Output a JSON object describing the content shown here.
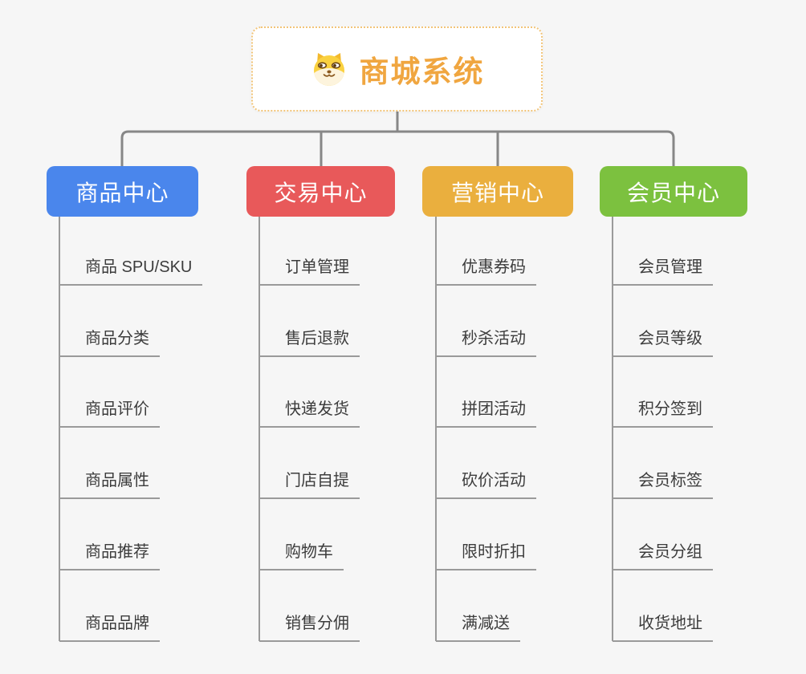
{
  "root": {
    "title": "商城系统",
    "icon": "shiba-dog-icon"
  },
  "branches": [
    {
      "id": "product-center",
      "label": "商品中心",
      "color": "#4a86ec",
      "items": [
        "商品 SPU/SKU",
        "商品分类",
        "商品评价",
        "商品属性",
        "商品推荐",
        "商品品牌"
      ]
    },
    {
      "id": "trade-center",
      "label": "交易中心",
      "color": "#e8595a",
      "items": [
        "订单管理",
        "售后退款",
        "快递发货",
        "门店自提",
        "购物车",
        "销售分佣"
      ]
    },
    {
      "id": "marketing-center",
      "label": "营销中心",
      "color": "#eaaf3e",
      "items": [
        "优惠券码",
        "秒杀活动",
        "拼团活动",
        "砍价活动",
        "限时折扣",
        "满减送"
      ]
    },
    {
      "id": "member-center",
      "label": "会员中心",
      "color": "#7cc13f",
      "items": [
        "会员管理",
        "会员等级",
        "积分签到",
        "会员标签",
        "会员分组",
        "收货地址"
      ]
    }
  ],
  "colors": {
    "background": "#f6f6f6",
    "root_border": "#f2c478",
    "root_title": "#f0a640",
    "connector": "#878787",
    "branch_line": "#9a9a9a",
    "item_text": "#3c3c3c",
    "branch_text": "#ffffff"
  }
}
